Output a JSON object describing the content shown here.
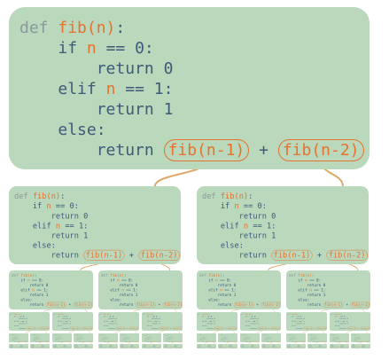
{
  "code": {
    "def_kw": "def",
    "fn_sig": "fib(n)",
    "colon": ":",
    "if_kw": "if",
    "var_n": "n",
    "eq_zero": " == 0:",
    "return_kw": "return",
    "zero": "0",
    "elif_kw": "elif",
    "eq_one": " == 1:",
    "one": "1",
    "else_kw": "else:",
    "call_left": "fib(n-1)",
    "plus": "+",
    "call_right": "fib(n-2)"
  },
  "colors": {
    "card_bg": "#b9d8bc",
    "keyword": "#3d5a78",
    "highlight": "#e8712e",
    "def_keyword": "#8a9a9a",
    "connector": "#e0a868"
  }
}
